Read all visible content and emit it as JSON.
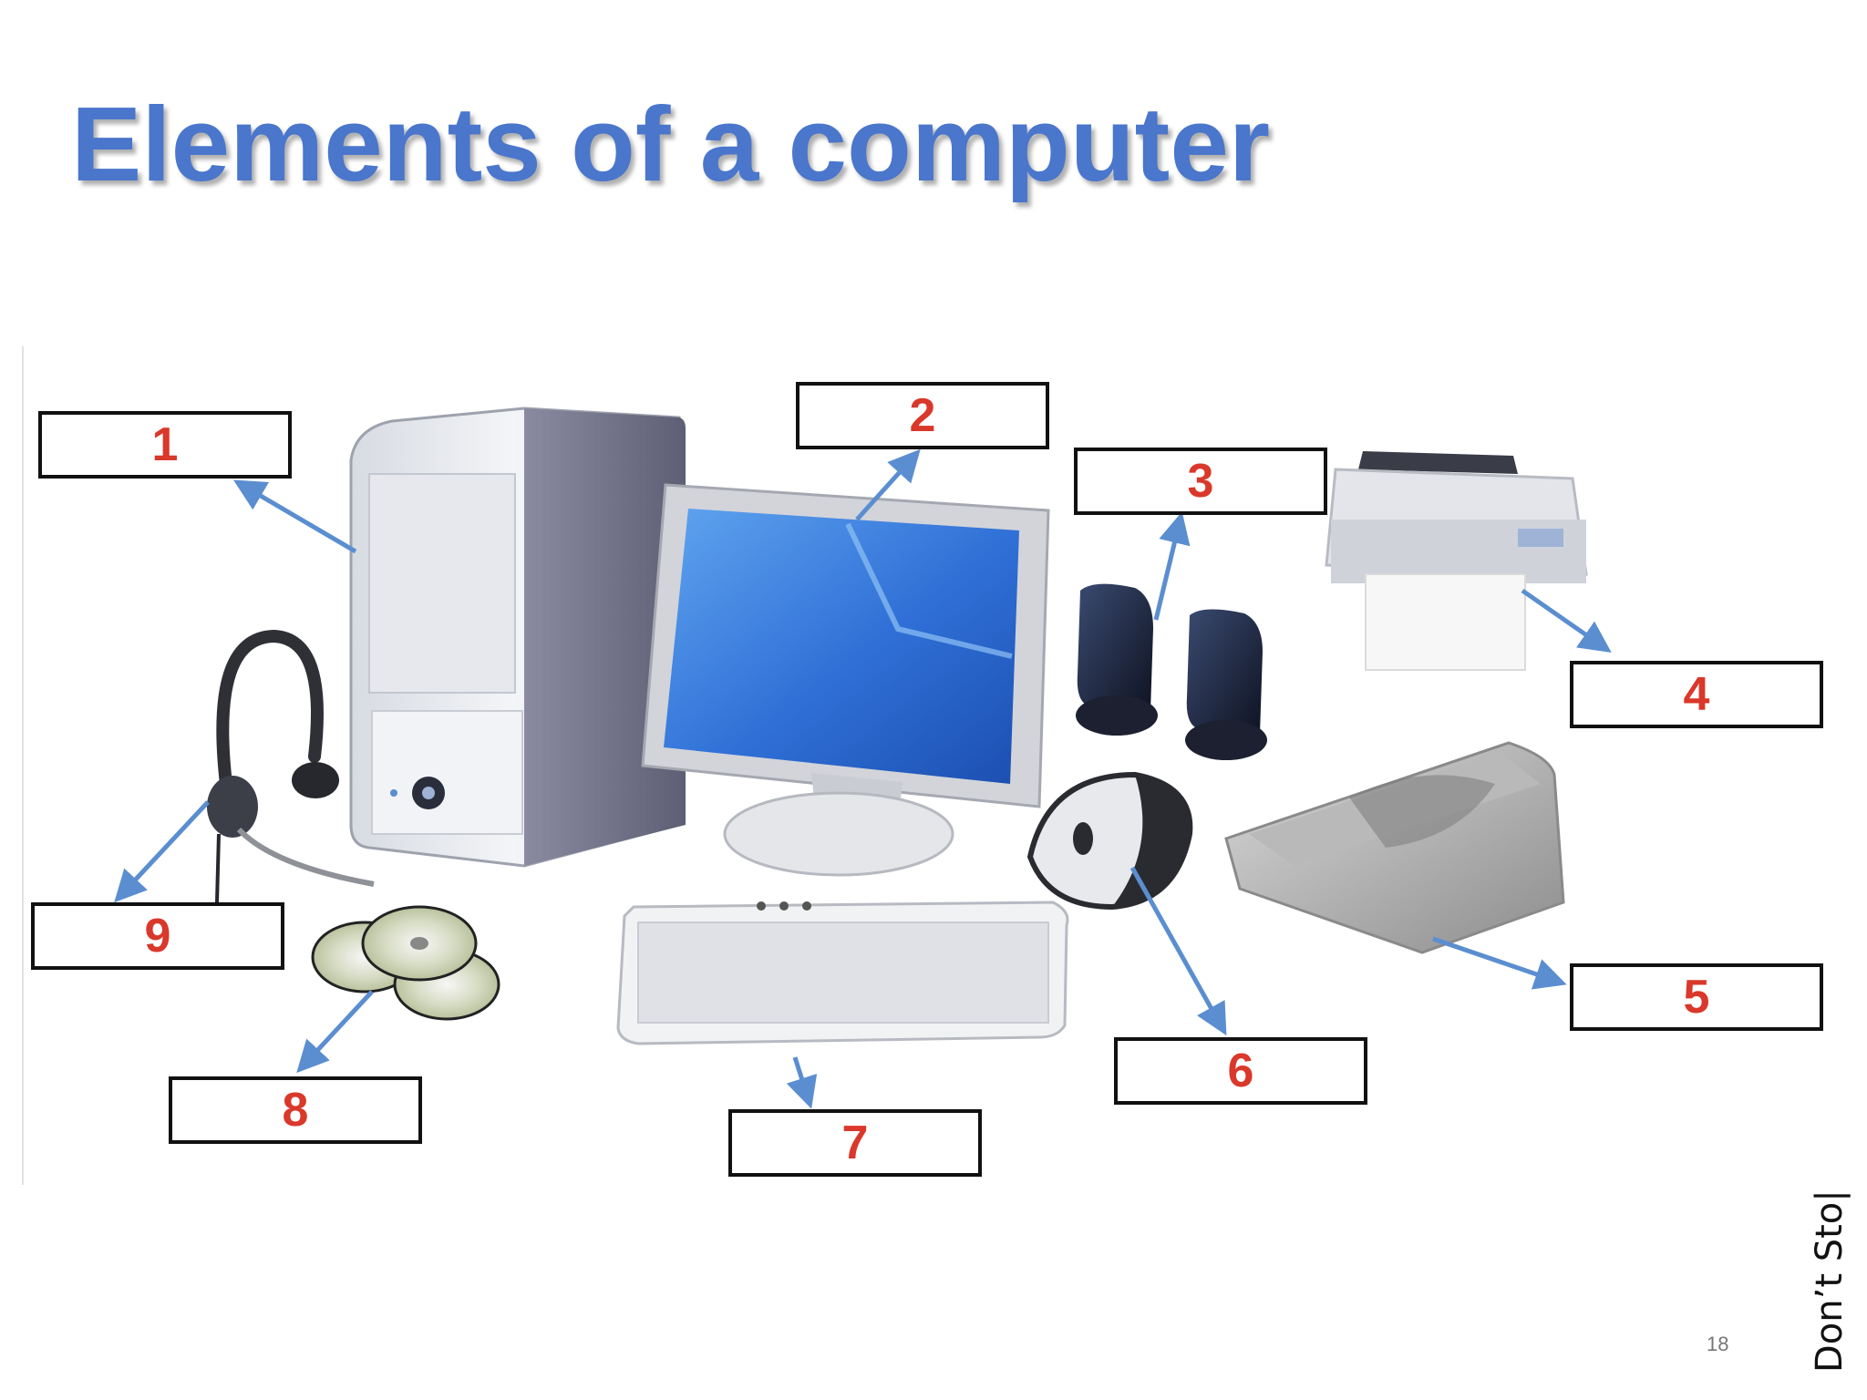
{
  "slide": {
    "title": "Elements of a computer",
    "page_number": "18",
    "side_text": "Don’t Sto|"
  },
  "labels": [
    {
      "id": "1",
      "text": "1",
      "points_to": "system-unit"
    },
    {
      "id": "2",
      "text": "2",
      "points_to": "monitor"
    },
    {
      "id": "3",
      "text": "3",
      "points_to": "speakers"
    },
    {
      "id": "4",
      "text": "4",
      "points_to": "printer"
    },
    {
      "id": "5",
      "text": "5",
      "points_to": "scanner"
    },
    {
      "id": "6",
      "text": "6",
      "points_to": "mouse"
    },
    {
      "id": "7",
      "text": "7",
      "points_to": "keyboard"
    },
    {
      "id": "8",
      "text": "8",
      "points_to": "compact-discs"
    },
    {
      "id": "9",
      "text": "9",
      "points_to": "headset"
    }
  ],
  "colors": {
    "title": "#4a76cc",
    "label_number": "#d9382a",
    "arrow": "#5b8ed0",
    "monitor_screen": "#2f6fd6"
  }
}
